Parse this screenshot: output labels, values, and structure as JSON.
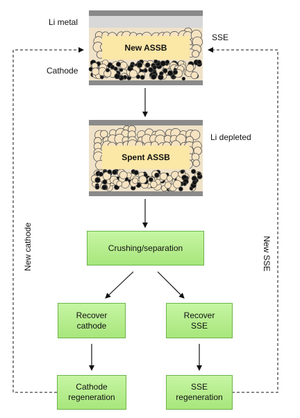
{
  "colors": {
    "box_fill": "#b7ee8c",
    "box_border": "#6bb24a",
    "title_fill": "#fbe7a6",
    "metal_grey": "#8a8a8a",
    "li_metal_grey": "#d8d8d8",
    "particle_fill": "#f6e3c1",
    "cathode_particle": "#111111"
  },
  "top_battery": {
    "title": "New ASSB",
    "label_li_metal": "Li metal",
    "label_sse": "SSE",
    "label_cathode": "Cathode"
  },
  "bottom_battery": {
    "title": "Spent ASSB",
    "label_li_depleted": "Li depleted"
  },
  "boxes": {
    "crushing": "Crushing/separation",
    "recover_cathode": "Recover\ncathode",
    "recover_sse": "Recover\nSSE",
    "cathode_regen": "Cathode\nregeneration",
    "sse_regen": "SSE\nregeneration"
  },
  "loop_labels": {
    "new_cathode": "New cathode",
    "new_sse": "New SSE"
  }
}
